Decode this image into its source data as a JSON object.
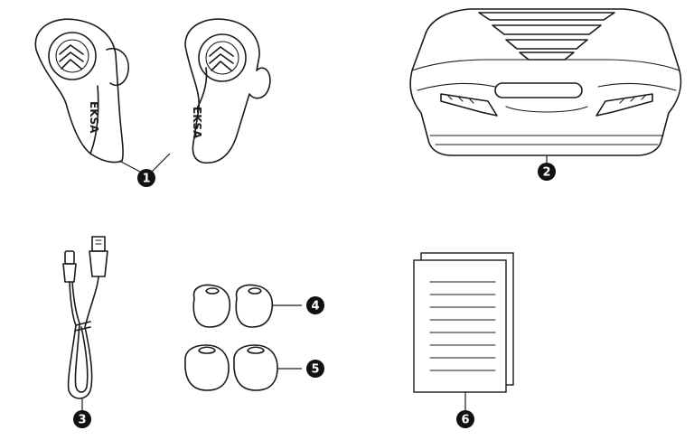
{
  "brand": {
    "earbud_text": "EKSA"
  },
  "callouts": {
    "earbuds": "1",
    "case": "2",
    "cable": "3",
    "small_tips": "4",
    "large_tips": "5",
    "manual": "6"
  },
  "colors": {
    "line": "#1a1a1a",
    "badge": "#111111",
    "background": "#ffffff"
  }
}
